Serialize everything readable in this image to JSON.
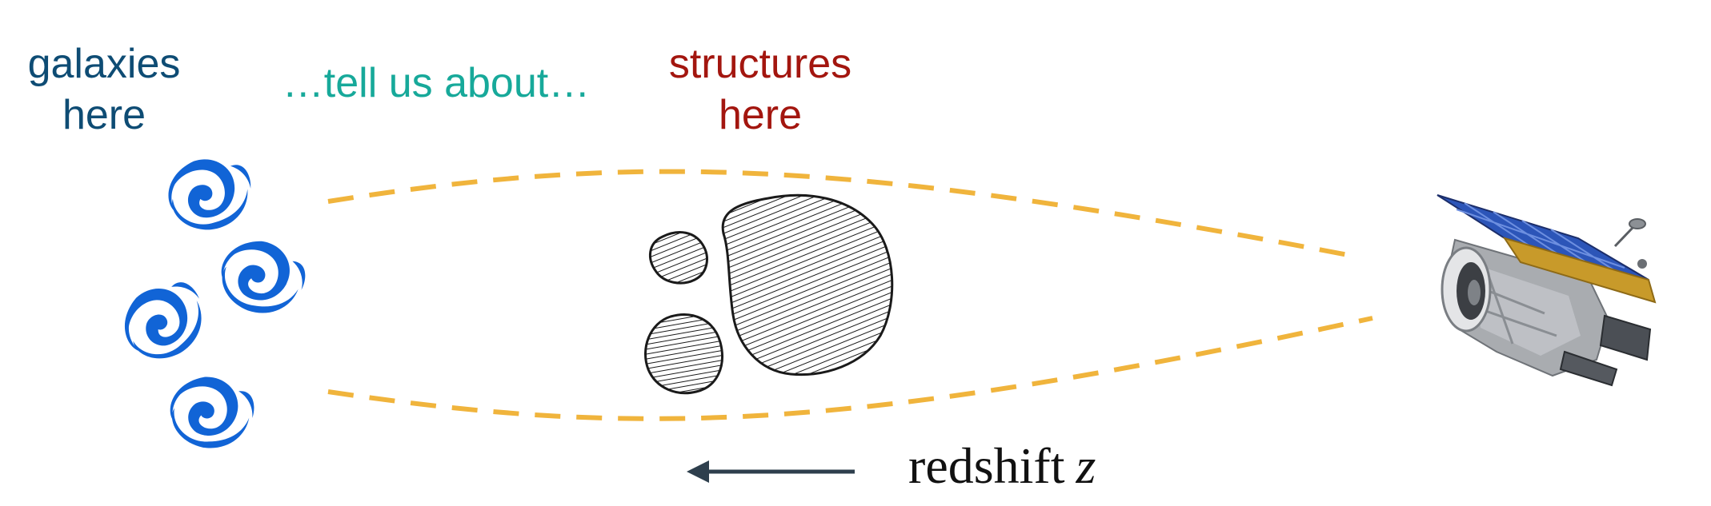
{
  "labels": {
    "galaxies": [
      "galaxies",
      "here"
    ],
    "tell_us": "…tell us about…",
    "structures": [
      "structures",
      "here"
    ],
    "redshift_word": "redshift",
    "redshift_symbol": "z"
  },
  "colors": {
    "galaxies_text": "#0e4c74",
    "tell_text": "#17a99a",
    "structures_text": "#a3160f",
    "galaxy_icon": "#1164d6",
    "light_path": "#f0b43c",
    "arrow": "#2e3f4d",
    "solar_panel": "#2c55b8",
    "gold_foil": "#c89a2a",
    "telescope_body": "#a9acb0"
  },
  "icons": {
    "galaxy": "spiral-galaxy-icon",
    "structure": "hatched-blob",
    "observer": "space-telescope-icon",
    "direction": "left-arrow-icon"
  }
}
